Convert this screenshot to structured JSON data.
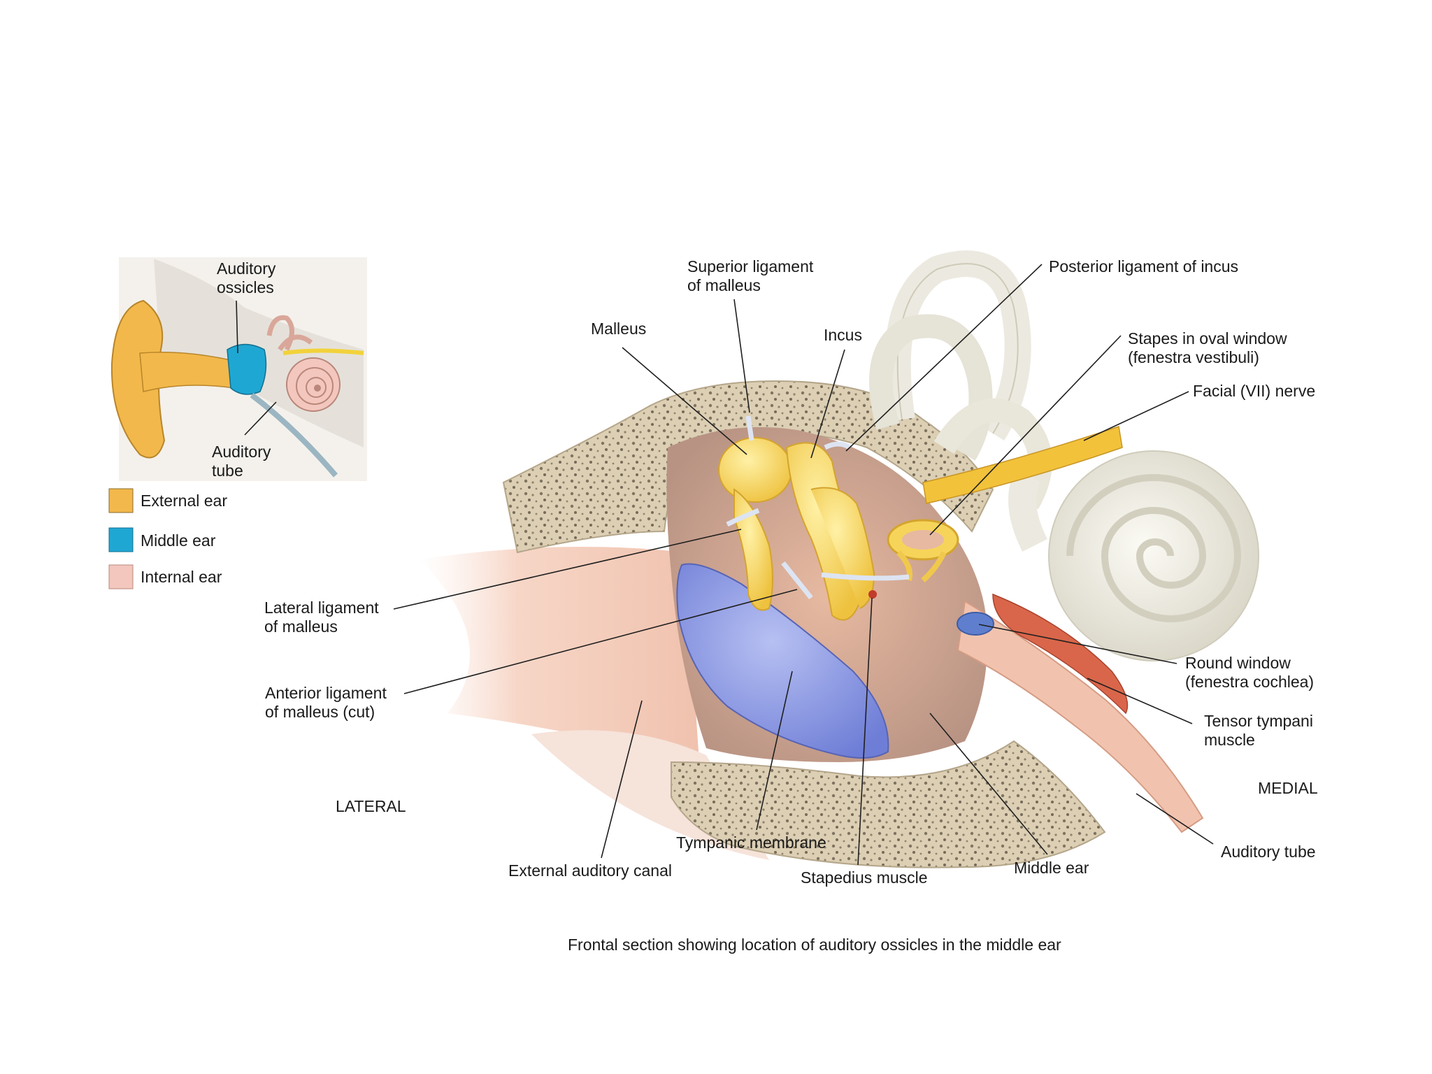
{
  "inset": {
    "labels": {
      "ossicles": [
        "Auditory",
        "ossicles"
      ],
      "tube": [
        "Auditory",
        "tube"
      ]
    }
  },
  "legend": [
    {
      "label": "External ear",
      "color": "#F2B84B"
    },
    {
      "label": "Middle ear",
      "color": "#1FA7D3"
    },
    {
      "label": "Internal ear",
      "color": "#F3C7BD"
    }
  ],
  "main": {
    "labels": {
      "superior_ligament": [
        "Superior ligament",
        "of malleus"
      ],
      "malleus": [
        "Malleus"
      ],
      "incus": [
        "Incus"
      ],
      "posterior_ligament": [
        "Posterior ligament of incus"
      ],
      "stapes": [
        "Stapes in oval window",
        "(fenestra vestibuli)"
      ],
      "facial_nerve": [
        "Facial (VII) nerve"
      ],
      "lateral_ligament": [
        "Lateral ligament",
        "of malleus"
      ],
      "anterior_ligament": [
        "Anterior ligament",
        "of malleus (cut)"
      ],
      "round_window": [
        "Round window",
        "(fenestra cochlea)"
      ],
      "tensor_tympani": [
        "Tensor tympani",
        "muscle"
      ],
      "medial": [
        "MEDIAL"
      ],
      "lateral": [
        "LATERAL"
      ],
      "tympanic_membrane": [
        "Tympanic membrane"
      ],
      "external_canal": [
        "External auditory canal"
      ],
      "stapedius": [
        "Stapedius muscle"
      ],
      "middle_ear": [
        "Middle ear"
      ],
      "auditory_tube": [
        "Auditory tube"
      ]
    },
    "caption": "Frontal section showing location of auditory ossicles in the middle ear"
  },
  "colors": {
    "external_ear": "#F2B84B",
    "middle_ear": "#1FA7D3",
    "internal_ear": "#F3C7BD",
    "bone": "#D9CDB4",
    "ossicle": "#F6D45A",
    "membrane": "#8E9BE0",
    "labyrinth": "#ECEAE0",
    "nerve": "#F2C23A",
    "muscle": "#D9664A"
  }
}
